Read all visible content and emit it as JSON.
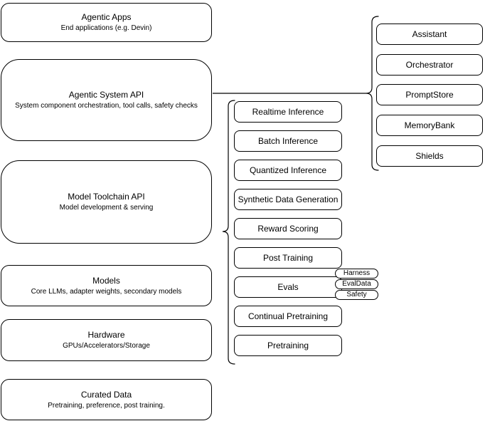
{
  "diagram": {
    "left_stack": [
      {
        "title": "Agentic Apps",
        "subtitle": "End applications (e.g. Devin)"
      },
      {
        "title": "Agentic System API",
        "subtitle": "System component orchestration, tool calls, safety checks"
      },
      {
        "title": "Model Toolchain API",
        "subtitle": "Model development & serving"
      },
      {
        "title": "Models",
        "subtitle": "Core LLMs, adapter weights, secondary models"
      },
      {
        "title": "Hardware",
        "subtitle": "GPUs/Accelerators/Storage"
      },
      {
        "title": "Curated Data",
        "subtitle": "Pretraining, preference, post training."
      }
    ],
    "toolchain_group": {
      "items": [
        "Realtime Inference",
        "Batch Inference",
        "Quantized Inference",
        "Synthetic Data Generation",
        "Reward Scoring",
        "Post Training",
        "Evals",
        "Continual Pretraining",
        "Pretraining"
      ],
      "evals_tags": [
        "Harness",
        "EvalData",
        "Safety"
      ]
    },
    "system_group": {
      "items": [
        "Assistant",
        "Orchestrator",
        "PromptStore",
        "MemoryBank",
        "Shields"
      ]
    },
    "colors": {
      "stroke": "#000000",
      "fill": "#ffffff",
      "text": "#000000"
    }
  }
}
